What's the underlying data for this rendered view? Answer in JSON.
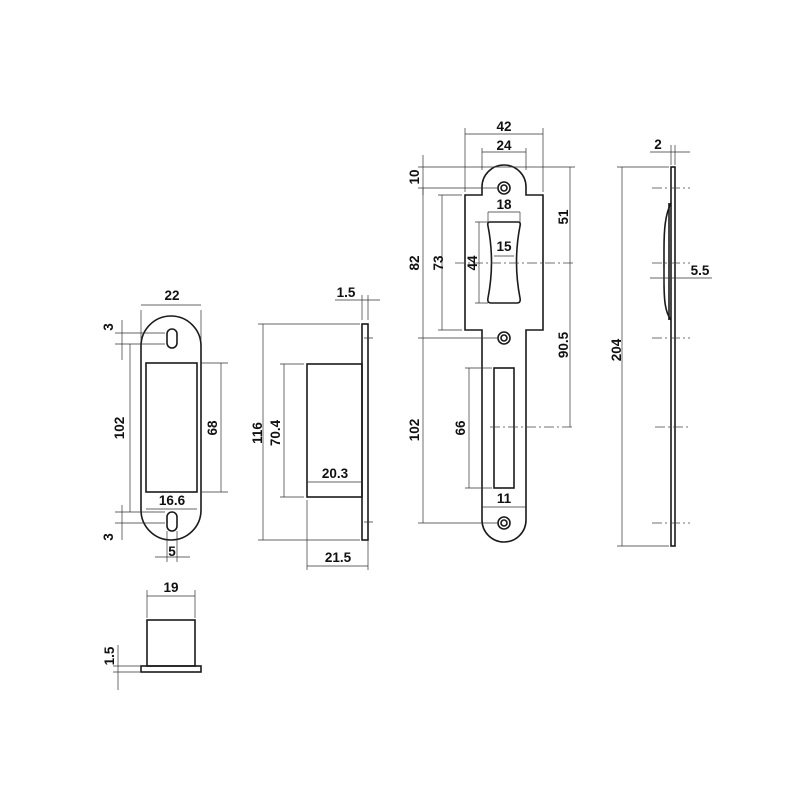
{
  "colors": {
    "line": "#1a1a1a",
    "background": "#ffffff"
  },
  "magnet_plate_front": {
    "width": "22",
    "slot_offset_top": "3",
    "hole_spacing": "102",
    "opening_height": "68",
    "opening_width": "16.6",
    "slot_width": "5",
    "slot_offset_bottom": "3"
  },
  "magnet_side": {
    "plate_thickness": "1.5",
    "overall_height": "116",
    "body_height": "70.4",
    "body_depth": "20.3",
    "overall_depth": "21.5"
  },
  "cap": {
    "width": "19",
    "flange": "1.5"
  },
  "strike_plate_front": {
    "width": "42",
    "top_width": "24",
    "top_offset": "10",
    "upper_hole_spacing": "82",
    "wide_section_height": "73",
    "window_width": "18",
    "window_waist": "15",
    "window_height": "44",
    "to_center": "51",
    "center_to_slot": "90.5",
    "lower_hole_spacing": "102",
    "slot_height": "66",
    "slot_width": "11"
  },
  "strike_plate_side": {
    "thickness": "2",
    "overall_length": "204",
    "bulge": "5.5"
  }
}
